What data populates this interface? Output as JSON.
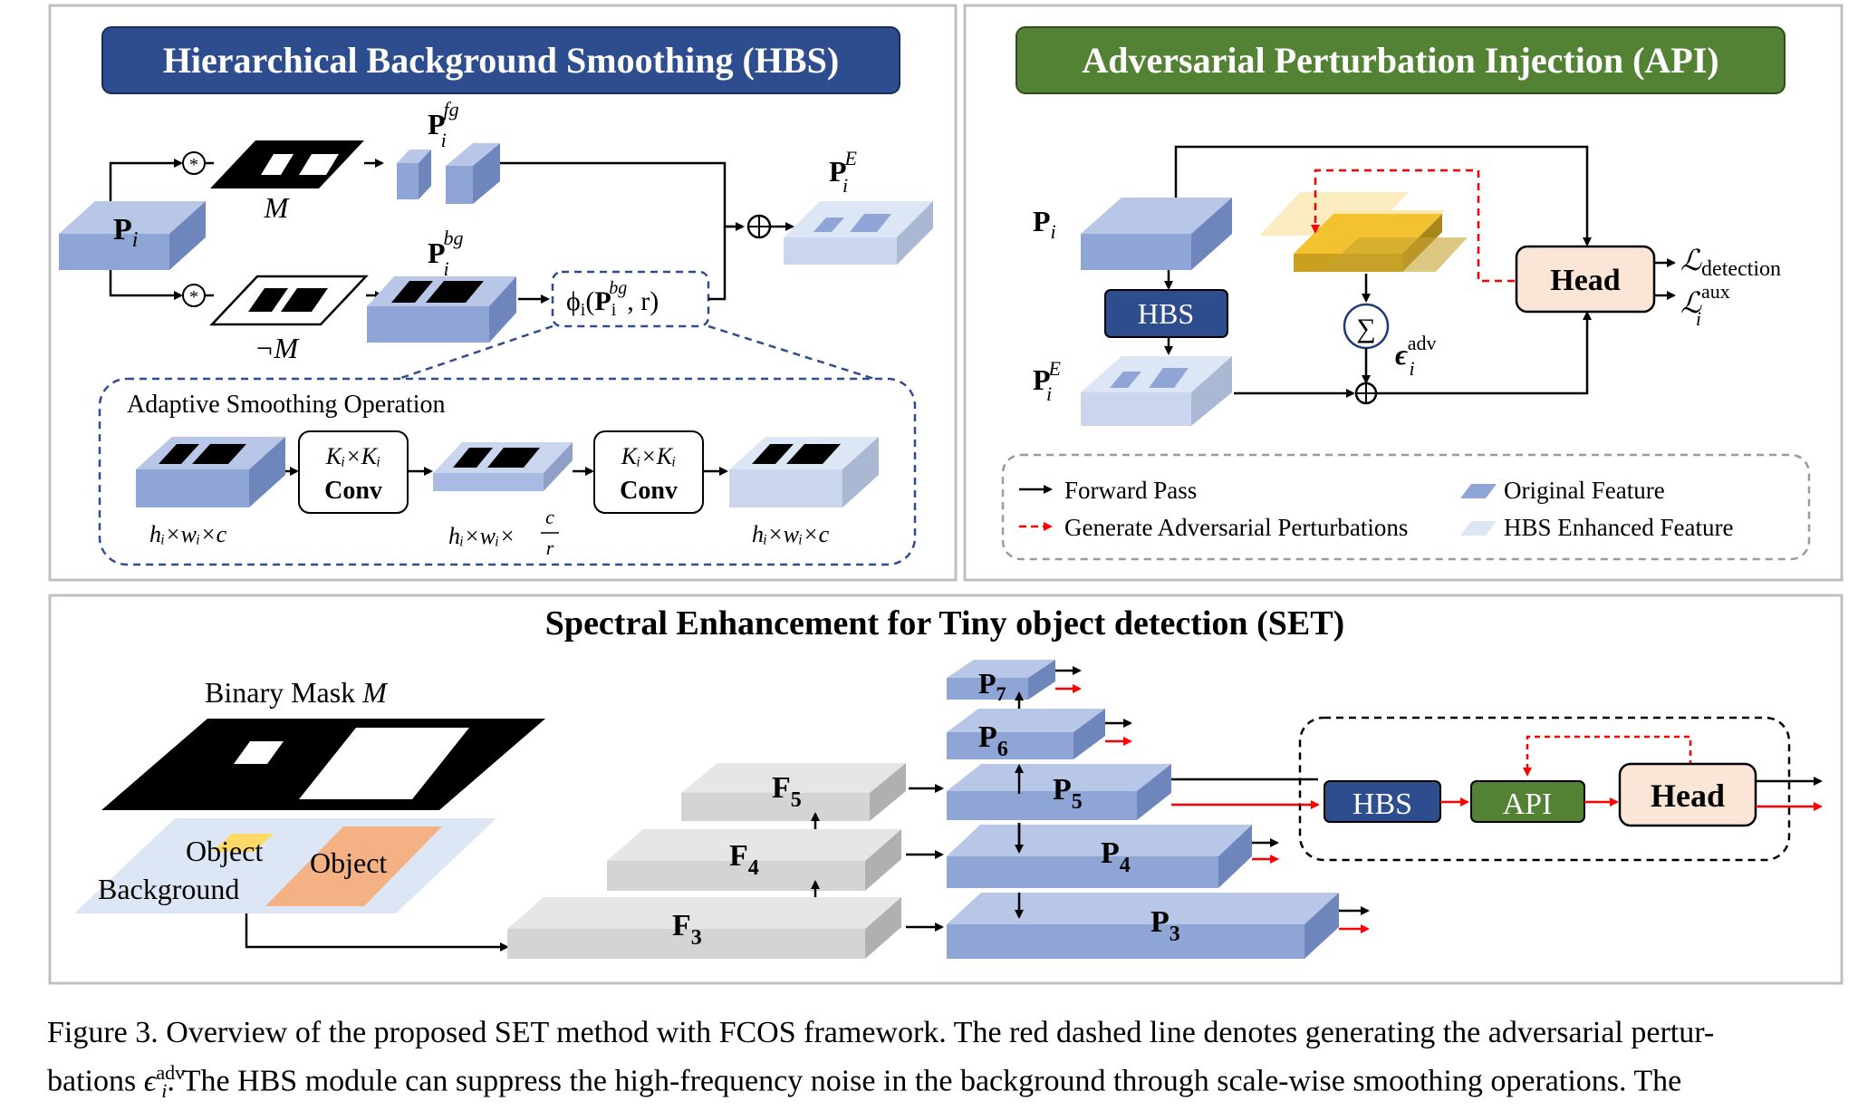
{
  "hbs_panel": {
    "title": "Hierarchical Background Smoothing (HBS)",
    "mask_label": "M",
    "neg_mask_label": "¬M",
    "adaptive_title": "Adaptive Smoothing Operation",
    "conv_label": "Conv",
    "kernel_label": "Kᵢ×Kᵢ",
    "dim_label_1": "hᵢ×wᵢ×c",
    "dim_label_2": "hᵢ×wᵢ×",
    "dim_label_3": "hᵢ×wᵢ×c",
    "frac_c": "c",
    "frac_r": "r",
    "phi_label": "ϕᵢ(Pᵢ , r)",
    "phi_sup": "bg"
  },
  "api_panel": {
    "title": "Adversarial Perturbation Injection (API)",
    "hbs_box": "HBS",
    "head_box": "Head",
    "eps_sup": "adv",
    "loss_detection_sub": "detection",
    "loss_aux_sup": "aux",
    "legend": {
      "forward": "Forward Pass",
      "generate": "Generate Adversarial Perturbations",
      "original": "Original Feature",
      "enhanced": "HBS Enhanced Feature"
    }
  },
  "set_panel": {
    "title": "Spectral Enhancement for Tiny object detection (SET)",
    "binary_mask": "Binary Mask",
    "mask_symbol": "M",
    "object_label_1": "Object",
    "object_label_2": "Object",
    "background_label": "Background",
    "hbs_box": "HBS",
    "api_box": "API",
    "head_box": "Head"
  },
  "caption": {
    "line1": "Figure 3.  Overview of the proposed SET method with FCOS framework.  The red dashed line denotes generating the adversarial pertur-",
    "line2_a": "bations ",
    "line2_sup": "adv",
    "line2_b": ".  The HBS module can suppress the high-frequency noise in the background through scale-wise smoothing operations.  The"
  },
  "colors": {
    "hbs_title_bg": "#2e4d8f",
    "api_title_bg": "#548235",
    "feature_blue": "#8fa5d6",
    "feature_light": "#dce6f5",
    "gray_feature": "#d9d9d9",
    "perturb_yellow": "#f2c230",
    "red_dash": "#ff0000"
  }
}
